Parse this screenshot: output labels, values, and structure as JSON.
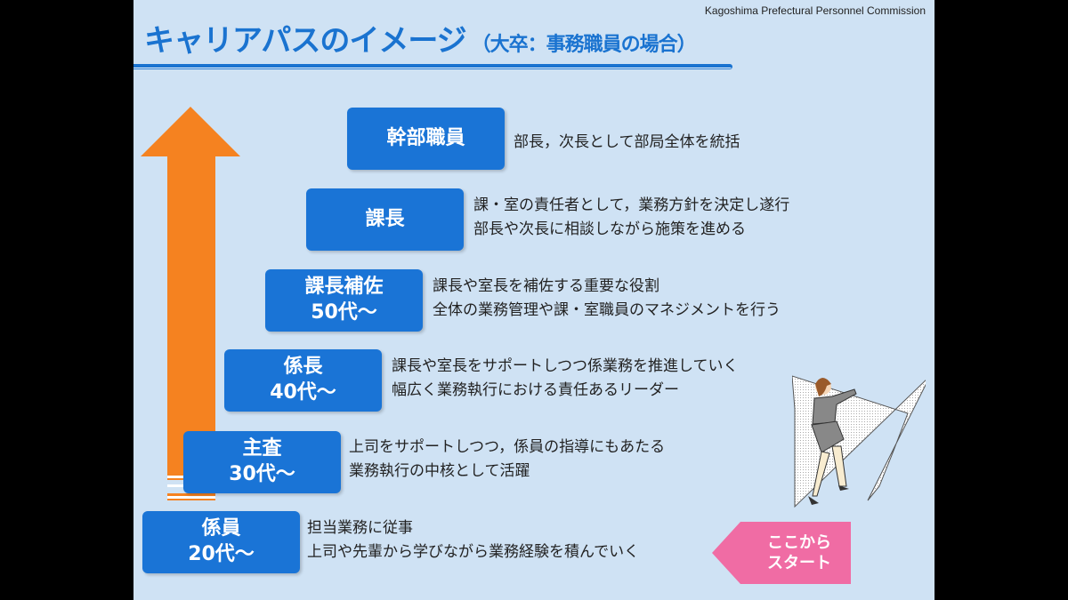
{
  "header": {
    "organization": "Kagoshima Prefectural Personnel Commission",
    "title": "キャリアパスのイメージ",
    "subtitle": "（大卒：事務職員の場合）"
  },
  "levels": [
    {
      "title": "幹部職員",
      "age": "",
      "lines": [
        "部長，次長として部局全体を統括"
      ]
    },
    {
      "title": "課長",
      "age": "",
      "lines": [
        "課・室の責任者として，業務方針を決定し遂行",
        "部長や次長に相談しながら施策を進める"
      ]
    },
    {
      "title": "課長補佐",
      "age": "50代～",
      "lines": [
        "課長や室長を補佐する重要な役割",
        "全体の業務管理や課・室職員のマネジメントを行う"
      ]
    },
    {
      "title": "係長",
      "age": "40代～",
      "lines": [
        "課長や室長をサポートしつつ係業務を推進していく",
        "幅広く業務執行における責任あるリーダー"
      ]
    },
    {
      "title": "主査",
      "age": "30代～",
      "lines": [
        "上司をサポートしつつ，係員の指導にもあたる",
        "業務執行の中核として活躍"
      ]
    },
    {
      "title": "係員",
      "age": "20代～",
      "lines": [
        "担当業務に従事",
        "上司や先輩から学びながら業務経験を積んでいく"
      ]
    }
  ],
  "start_badge": {
    "line1": "ここから",
    "line2": "スタート"
  },
  "colors": {
    "accent": "#1a74d6",
    "arrow": "#f58220",
    "badge": "#f06ca4",
    "background": "#cfe2f4"
  }
}
